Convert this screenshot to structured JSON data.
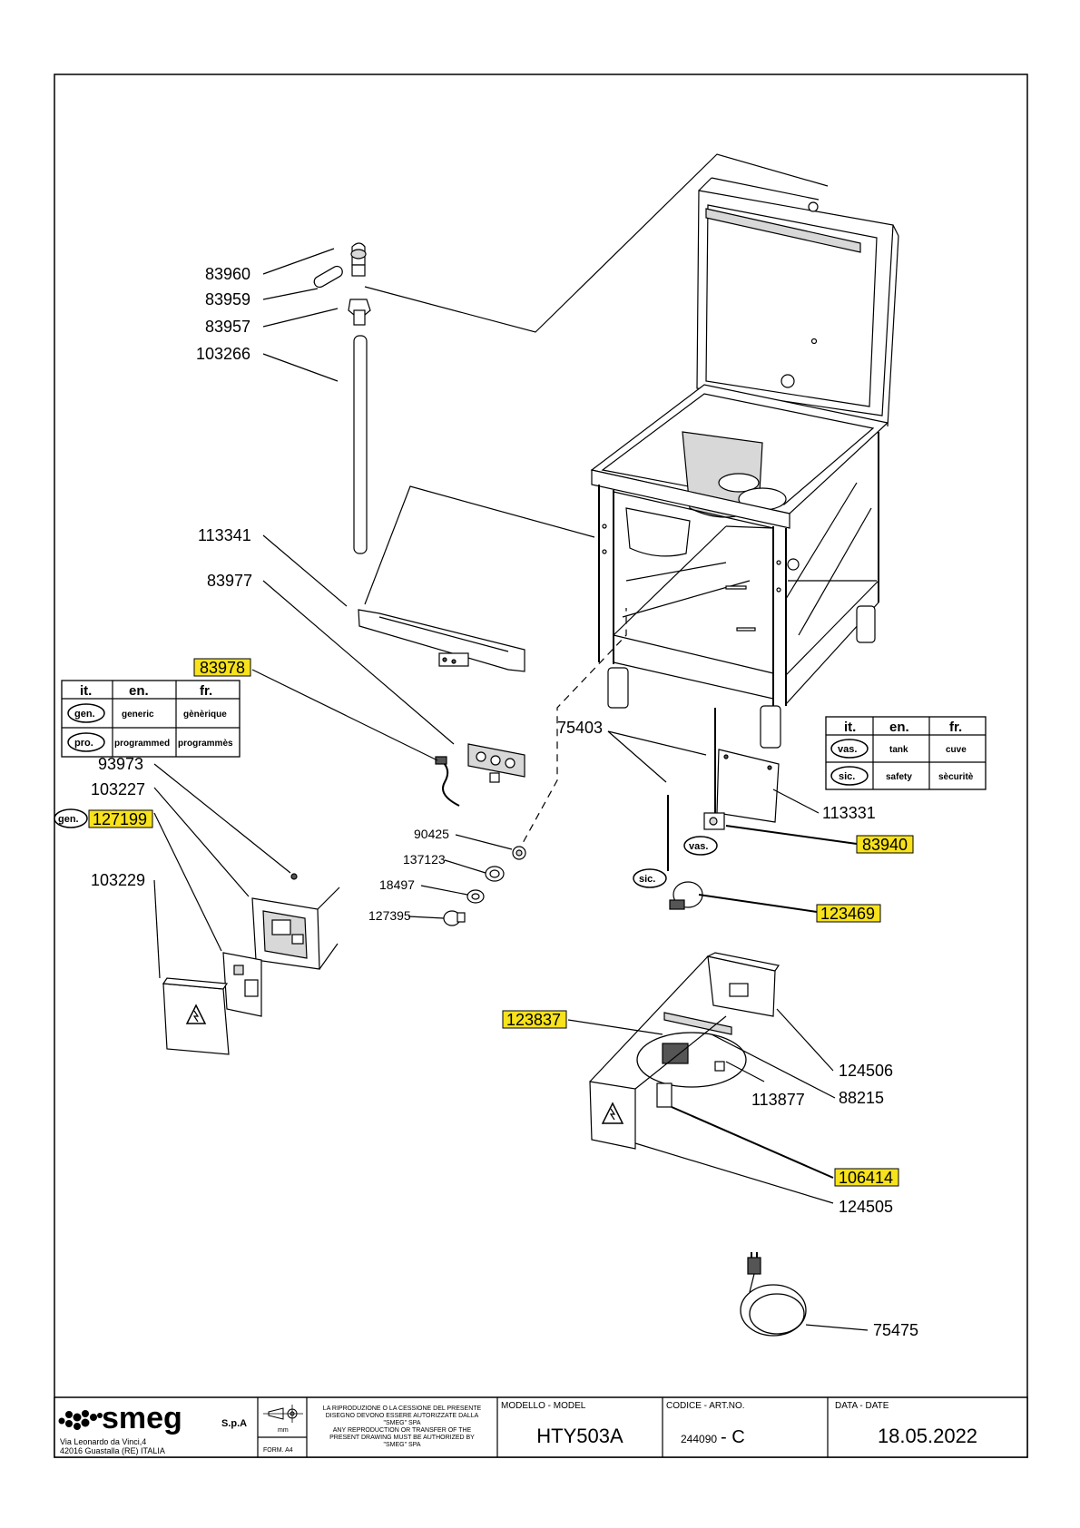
{
  "drawing": {
    "part_labels": {
      "p83960": "83960",
      "p83959": "83959",
      "p83957": "83957",
      "p103266": "103266",
      "p113341": "113341",
      "p83977": "83977",
      "p83978": "83978",
      "p93973": "93973",
      "p103227": "103227",
      "p127199": "127199",
      "p103229": "103229",
      "p90425": "90425",
      "p137123": "137123",
      "p18497": "18497",
      "p127395": "127395",
      "p75403": "75403",
      "p113331": "113331",
      "p83940": "83940",
      "p123469": "123469",
      "p123837": "123837",
      "p124506": "124506",
      "p113877": "113877",
      "p88215": "88215",
      "p106414": "106414",
      "p124505": "124505",
      "p75475": "75475"
    },
    "badges": {
      "gen": "gen.",
      "vas": "vas.",
      "sic": "sic."
    },
    "highlight_color": "#f7e21b",
    "leader_tip_color": "#e8a317"
  },
  "legend_left": {
    "headers": [
      "it.",
      "en.",
      "fr."
    ],
    "rows": [
      {
        "code": "gen.",
        "en": "generic",
        "fr": "gènèrique"
      },
      {
        "code": "pro.",
        "en": "programmed",
        "fr": "programmès"
      }
    ]
  },
  "legend_right": {
    "headers": [
      "it.",
      "en.",
      "fr."
    ],
    "rows": [
      {
        "code": "vas.",
        "en": "tank",
        "fr": "cuve"
      },
      {
        "code": "sic.",
        "en": "safety",
        "fr": "sècuritè"
      }
    ]
  },
  "title_block": {
    "brand": "smeg",
    "brand_suffix": "S.p.A",
    "address_line1": "Via Leonardo da Vinci,4",
    "address_line2": "42016  Guastalla (RE) ITALIA",
    "unit": "mm",
    "form": "FORM. A4",
    "notice_it_1": "LA RIPRODUZIONE O LA CESSIONE DEL PRESENTE",
    "notice_it_2": "DISEGNO DEVONO ESSERE AUTORIZZATE DALLA",
    "notice_it_3": "\"SMEG\" SPA",
    "notice_en_1": "ANY REPRODUCTION OR TRANSFER OF THE",
    "notice_en_2": "PRESENT DRAWING MUST BE AUTHORIZED BY",
    "notice_en_3": "\"SMEG\" SPA",
    "model_label": "MODELLO - MODEL",
    "model_value": "HTY503A",
    "code_label": "CODICE - ART.NO.",
    "code_value": "244090",
    "code_suffix": "- C",
    "date_label": "DATA - DATE",
    "date_value": "18.05.2022"
  }
}
